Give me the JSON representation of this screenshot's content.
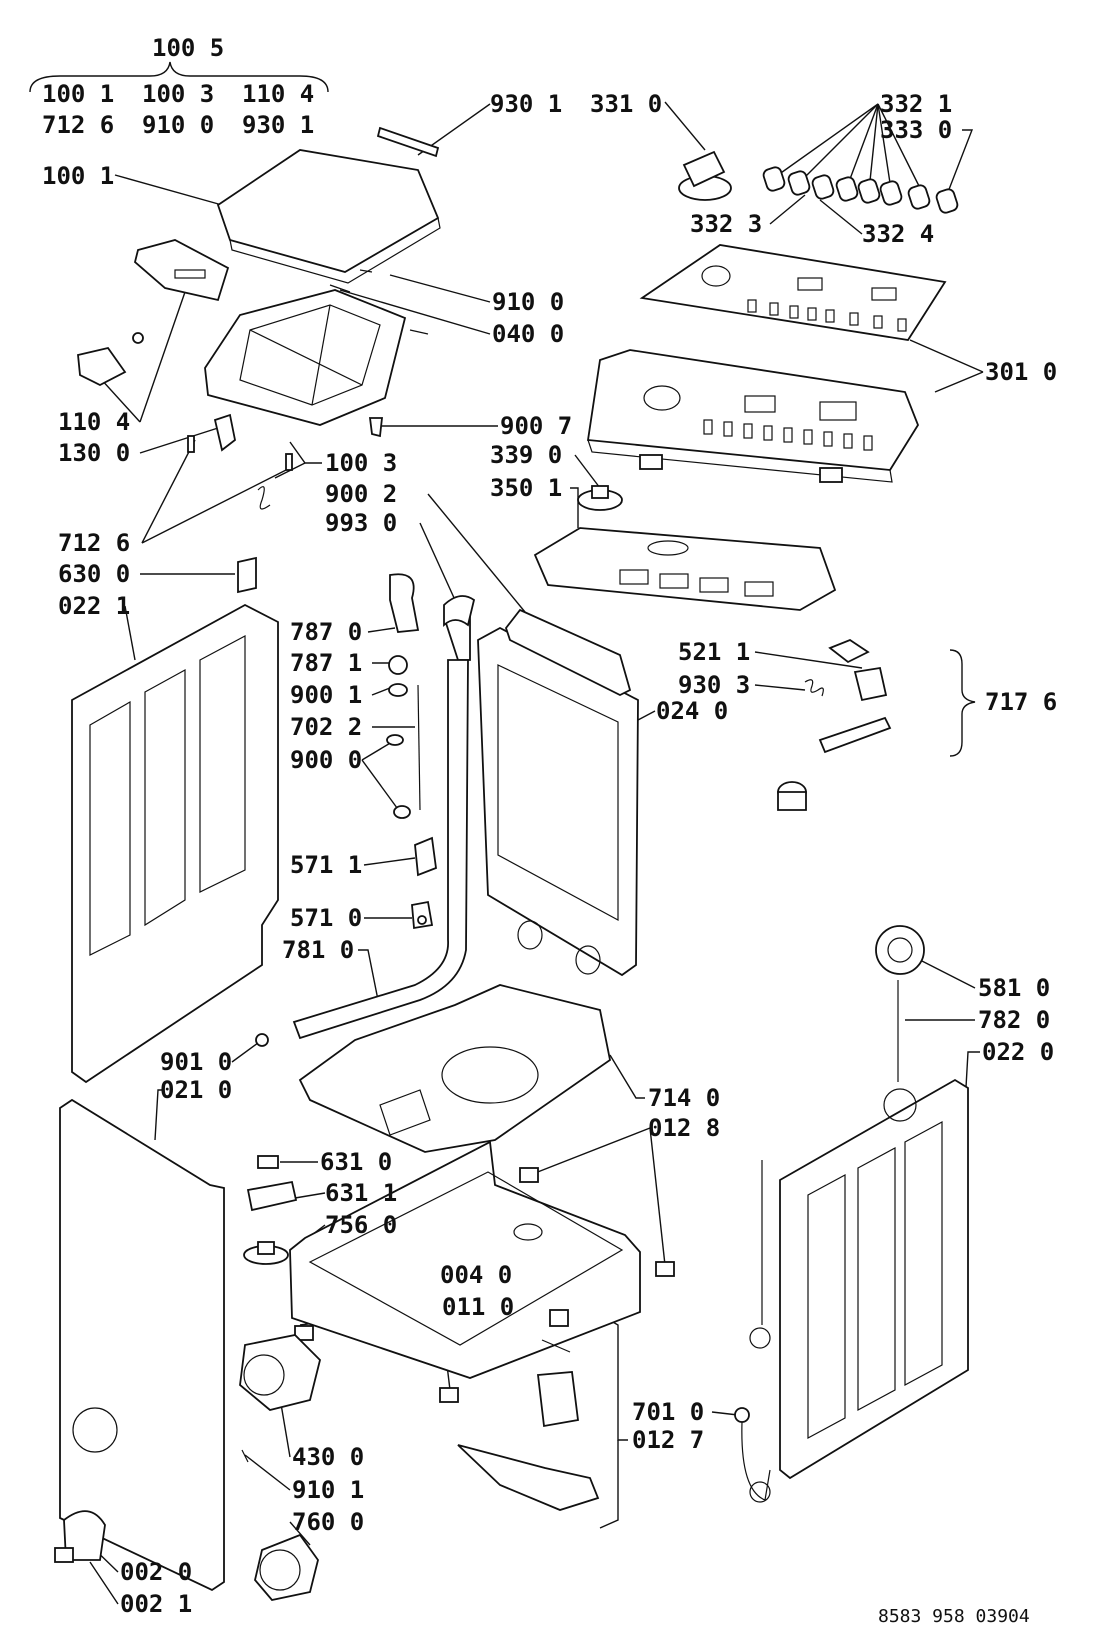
{
  "labels": {
    "l1005": "100 5",
    "l1001a": "100 1",
    "l1003a": "100 3",
    "l1104a": "110 4",
    "l7126a": "712 6",
    "l9100a": "910 0",
    "l9301a": "930 1",
    "l9301b": "930 1",
    "l3310": "331 0",
    "l3321": "332 1",
    "l3330": "333 0",
    "l1001b": "100 1",
    "l3323": "332 3",
    "l3324": "332 4",
    "l9100b": "910 0",
    "l0400": "040 0",
    "l3010": "301 0",
    "l1104b": "110 4",
    "l1300": "130 0",
    "l9007": "900 7",
    "l3390": "339 0",
    "l1003b": "100 3",
    "l9002": "900 2",
    "l3501": "350 1",
    "l9930": "993 0",
    "l7126b": "712 6",
    "l6300": "630 0",
    "l0221": "022 1",
    "l7870": "787 0",
    "l7871": "787 1",
    "l9001": "900 1",
    "l7022": "702 2",
    "l9000": "900 0",
    "l5211": "521 1",
    "l9303": "930 3",
    "l0240": "024 0",
    "l7176": "717 6",
    "l5711": "571 1",
    "l5710": "571 0",
    "l7810": "781 0",
    "l5810": "581 0",
    "l7820": "782 0",
    "l0220": "022 0",
    "l9010": "901 0",
    "l0210": "021 0",
    "l7140": "714 0",
    "l0128": "012 8",
    "l6310": "631 0",
    "l6311": "631 1",
    "l7560": "756 0",
    "l0040": "004 0",
    "l0110": "011 0",
    "l7010": "701 0",
    "l0127": "012 7",
    "l4300": "430 0",
    "l9101": "910 1",
    "l7600": "760 0",
    "l0020": "002 0",
    "l0021": "002 1"
  },
  "doc_number": "8583 958 03904"
}
